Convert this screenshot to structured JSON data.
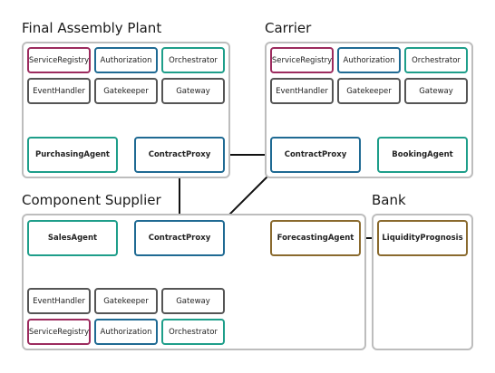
{
  "colors": {
    "magenta": "#9c2b5e",
    "blue": "#1f6a93",
    "teal": "#1e9e8a",
    "gray": "#555555",
    "brown": "#8a6a2e",
    "group_border": "#bdbdbd",
    "line": "#111111"
  },
  "groups": [
    {
      "id": "final-assembly-plant",
      "title": "Final Assembly Plant"
    },
    {
      "id": "carrier",
      "title": "Carrier"
    },
    {
      "id": "component-supplier",
      "title": "Component Supplier"
    },
    {
      "id": "bank",
      "title": "Bank"
    }
  ],
  "nodes": [
    {
      "id": "fap-serviceregistry",
      "label": "ServiceRegistry",
      "color": "magenta"
    },
    {
      "id": "fap-authorization",
      "label": "Authorization",
      "color": "blue"
    },
    {
      "id": "fap-orchestrator",
      "label": "Orchestrator",
      "color": "teal"
    },
    {
      "id": "fap-eventhandler",
      "label": "EventHandler",
      "color": "gray"
    },
    {
      "id": "fap-gatekeeper",
      "label": "Gatekeeper",
      "color": "gray"
    },
    {
      "id": "fap-gateway",
      "label": "Gateway",
      "color": "gray"
    },
    {
      "id": "fap-purchasingagent",
      "label": "PurchasingAgent",
      "color": "teal"
    },
    {
      "id": "fap-contractproxy",
      "label": "ContractProxy",
      "color": "blue"
    },
    {
      "id": "car-serviceregistry",
      "label": "ServiceRegistry",
      "color": "magenta"
    },
    {
      "id": "car-authorization",
      "label": "Authorization",
      "color": "blue"
    },
    {
      "id": "car-orchestrator",
      "label": "Orchestrator",
      "color": "teal"
    },
    {
      "id": "car-eventhandler",
      "label": "EventHandler",
      "color": "gray"
    },
    {
      "id": "car-gatekeeper",
      "label": "Gatekeeper",
      "color": "gray"
    },
    {
      "id": "car-gateway",
      "label": "Gateway",
      "color": "gray"
    },
    {
      "id": "car-contractproxy",
      "label": "ContractProxy",
      "color": "blue"
    },
    {
      "id": "car-bookingagent",
      "label": "BookingAgent",
      "color": "teal"
    },
    {
      "id": "cs-salesagent",
      "label": "SalesAgent",
      "color": "teal"
    },
    {
      "id": "cs-contractproxy",
      "label": "ContractProxy",
      "color": "blue"
    },
    {
      "id": "cs-forecastingagent",
      "label": "ForecastingAgent",
      "color": "brown"
    },
    {
      "id": "cs-eventhandler",
      "label": "EventHandler",
      "color": "gray"
    },
    {
      "id": "cs-gatekeeper",
      "label": "Gatekeeper",
      "color": "gray"
    },
    {
      "id": "cs-gateway",
      "label": "Gateway",
      "color": "gray"
    },
    {
      "id": "cs-serviceregistry",
      "label": "ServiceRegistry",
      "color": "magenta"
    },
    {
      "id": "cs-authorization",
      "label": "Authorization",
      "color": "blue"
    },
    {
      "id": "cs-orchestrator",
      "label": "Orchestrator",
      "color": "teal"
    },
    {
      "id": "bank-liquidityprognosis",
      "label": "LiquidityPrognosis",
      "color": "brown"
    }
  ],
  "edges": [
    [
      "fap-purchasingagent",
      "fap-contractproxy"
    ],
    [
      "fap-contractproxy",
      "car-contractproxy"
    ],
    [
      "car-contractproxy",
      "car-bookingagent"
    ],
    [
      "fap-contractproxy",
      "cs-contractproxy"
    ],
    [
      "car-contractproxy",
      "cs-contractproxy"
    ],
    [
      "cs-salesagent",
      "cs-contractproxy"
    ],
    [
      "cs-contractproxy",
      "cs-forecastingagent"
    ],
    [
      "cs-forecastingagent",
      "bank-liquidityprognosis"
    ]
  ]
}
